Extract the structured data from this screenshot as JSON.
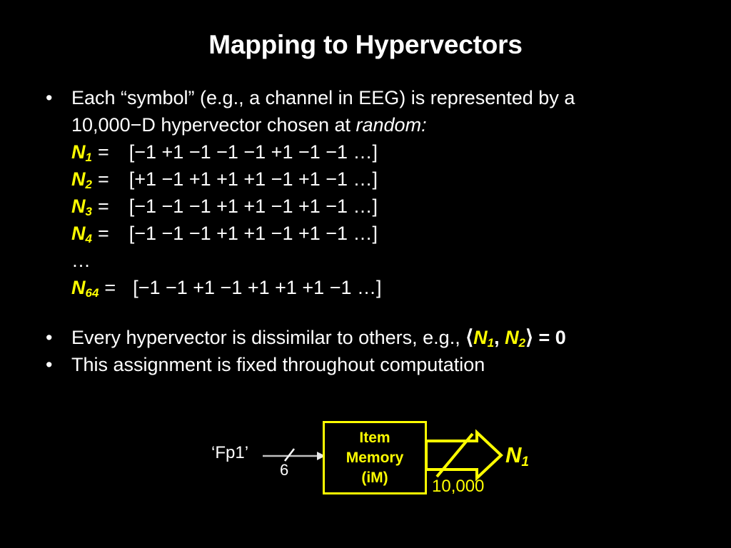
{
  "slide": {
    "background_color": "#000000",
    "title": "Mapping to Hypervectors",
    "accent_color": "#ffff00",
    "text_color": "#ffffff"
  },
  "bullets": {
    "first": {
      "line1": "Each “symbol” (e.g., a channel in EEG) is represented by a",
      "line2_prefix": "10,000−D hypervector chosen at ",
      "line2_italic": "random:"
    },
    "second_prefix": "Every hypervector is dissimilar to others, e.g., ",
    "second_open_angle": "⟨",
    "second_n1": "N",
    "second_n1_sub": "1",
    "second_comma": ", ",
    "second_n2": "N",
    "second_n2_sub": "2",
    "second_close_angle": "⟩",
    "second_suffix": " = 0",
    "third": "This assignment is fixed throughout computation"
  },
  "vectors": {
    "ellipsis": "…",
    "equals": "=",
    "rows": [
      {
        "name": "N",
        "subscript": "1",
        "values": "[−1 +1 −1 −1 −1 +1 −1 −1 …]"
      },
      {
        "name": "N",
        "subscript": "2",
        "values": "[+1 −1 +1 +1 +1 −1 +1 −1 …]"
      },
      {
        "name": "N",
        "subscript": "3",
        "values": "[−1 −1 −1 +1 +1 −1 +1 −1 …]"
      },
      {
        "name": "N",
        "subscript": "4",
        "values": "[−1 −1 −1 +1 +1 −1 +1 −1 …]"
      },
      {
        "name": "N",
        "subscript": "64",
        "values": "[−1 −1 +1 −1 +1 +1 +1 −1 …]"
      }
    ]
  },
  "diagram": {
    "input_label": "‘Fp1’",
    "input_bus_width": "6",
    "box_line1": "Item",
    "box_line2": "Memory",
    "box_line3": "(iM)",
    "output_bus_width": "10,000",
    "output_name": "N",
    "output_subscript": "1",
    "box_color": "#ffff00",
    "arrow_color": "#c0c0c0"
  }
}
